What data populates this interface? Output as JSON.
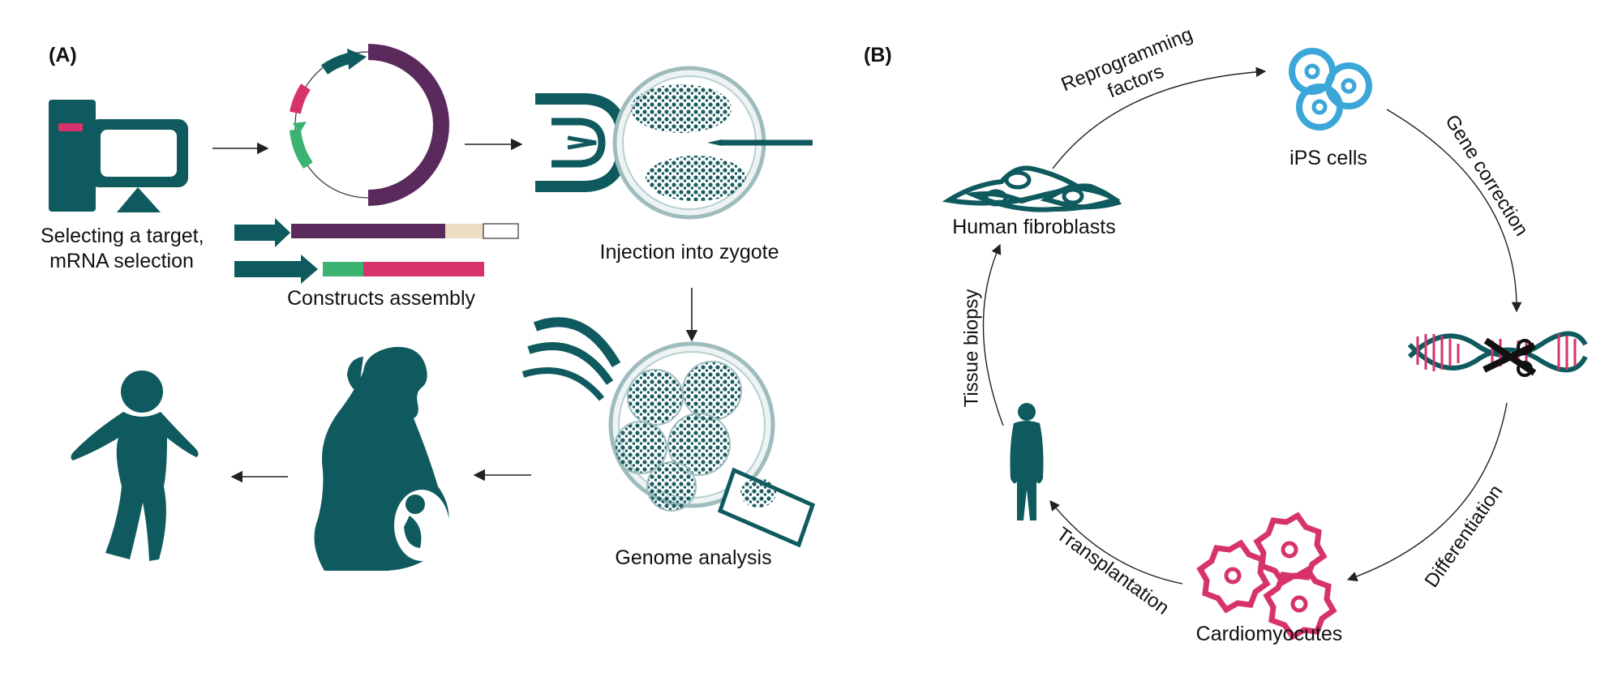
{
  "panel_a": {
    "label": "(A)",
    "step_target": [
      "Selecting a target,",
      "mRNA selection"
    ],
    "step_constructs": "Constructs assembly",
    "step_injection": "Injection into zygote",
    "step_genome": "Genome analysis",
    "icons": [
      "computer-icon",
      "plasmid-icon",
      "construct-bars-icon",
      "zygote-injection-icon",
      "embryo-biopsy-icon",
      "pregnant-woman-icon",
      "baby-icon"
    ]
  },
  "panel_b": {
    "label": "(B)",
    "node_fibroblasts": "Human fibroblasts",
    "node_ips": "iPS cells",
    "node_cardio": "Cardiomyocutes",
    "edge_reprogramming": [
      "Reprogramming",
      "factors"
    ],
    "edge_gene_correction": "Gene correction",
    "edge_differentiation": "Differentiation",
    "edge_transplantation": "Transplantation",
    "edge_tissue_biopsy": "Tissue biopsy",
    "icons": [
      "fibroblast-icon",
      "ips-cells-icon",
      "dna-scissors-icon",
      "cardiomyocyte-icon",
      "person-icon"
    ]
  },
  "colors": {
    "teal": "#0f5a5e",
    "purple": "#5b2a5c",
    "pink": "#d6336c",
    "green": "#3cb371",
    "beige": "#ecdcc2",
    "blue": "#3ba6d8",
    "arrow": "#222222"
  }
}
